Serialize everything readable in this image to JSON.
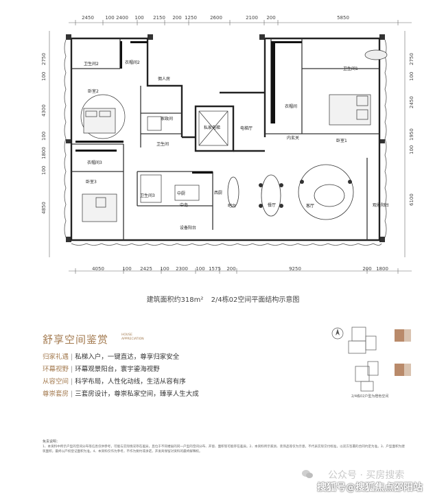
{
  "plan": {
    "top_dims": [
      "2450",
      "100",
      "2400",
      "100",
      "2150",
      "200",
      "1250",
      "2600",
      "2100",
      "200",
      "5850"
    ],
    "bottom_dims": [
      "4050",
      "100",
      "2425",
      "100",
      "2300",
      "100",
      "1575",
      "200",
      "9250",
      "200",
      "1800"
    ],
    "left_dims": [
      "2750",
      "100",
      "4300",
      "100",
      "1800",
      "100",
      "4850"
    ],
    "right_dims": [
      "2750",
      "100",
      "2450",
      "1950",
      "100",
      "6100"
    ],
    "rooms": {
      "bath2": "卫生间2",
      "closet2": "衣帽间2",
      "bed2": "卧室2",
      "maid": "佣人房",
      "laundry": "家政间",
      "bath4": "卫生间",
      "closet3": "衣帽间3",
      "bed3": "卧室3",
      "bath3": "卫生间3",
      "private_elev": "私家电梯",
      "elev_hall": "电梯厅",
      "bath1": "卫生间1",
      "closet1": "衣帽间",
      "bed1": "卧室1",
      "inner_hall": "内玄关",
      "kitchen_cn": "中厨",
      "kitchen_west": "西厨",
      "equip": "设备阳台",
      "dining": "餐厅",
      "living": "客厅",
      "balcony": "观景阳台",
      "bar": "吧台",
      "island": "中岛"
    }
  },
  "caption": {
    "area": "建筑面积约318m²",
    "name": "2/4栋02空间平面结构示意图"
  },
  "section": {
    "title": "舒享空间鉴赏",
    "subtitle": "HOUSE APPRECIATION"
  },
  "features": [
    {
      "tag": "归家礼遇",
      "text": "私梯入户，一键直达，尊享归家安全"
    },
    {
      "tag": "环幕视野",
      "text": "环幕观景阳台，寰宇鎏海视野"
    },
    {
      "tag": "从容空间",
      "text": "科学布局，人性化动线，生活从容有序"
    },
    {
      "tag": "尊崇套房",
      "text": "三套房设计，尊崇私家空间，臻享人生大成"
    }
  ],
  "mini": {
    "caption": "2/4栋02户型为橙色空间"
  },
  "note": {
    "title": "免责说明：",
    "body": "1、本资料中所示户型的空间分布等信息仅供参考，可能与实际情况存在差异，且位于不同楼层的同一户型的空间分布、开窗、面积等可能存在差异。2、本资料所示家具、装饰品等仅为示意，不代表实际交付标准，以双方签署的合同约定为准。3、户型面积为建筑面积，最终以产权登记面积为准。4、本资料仅作为参考，不作为要约或承诺，开发商保留对资料的最终解释权。"
  },
  "watermark": {
    "line1": "公众号 · 买房搜索",
    "line2": "搜狐号@搜狐焦点邵阳站"
  }
}
